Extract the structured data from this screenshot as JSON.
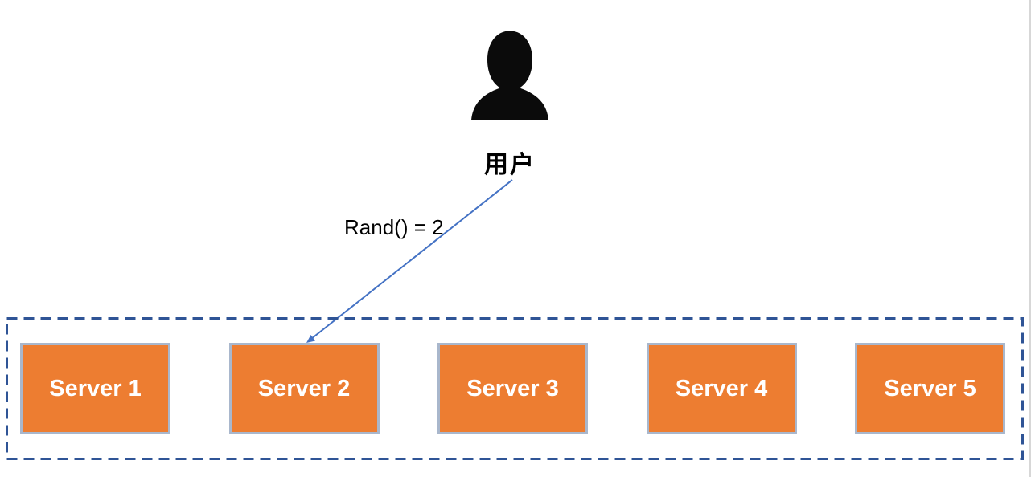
{
  "diagram": {
    "user": {
      "icon": "person-silhouette-icon",
      "label": "用户"
    },
    "request_arrow": {
      "label": "Rand() = 2",
      "from": "user",
      "to": "Server 2"
    },
    "server_pool": {
      "servers": [
        {
          "label": "Server 1"
        },
        {
          "label": "Server 2"
        },
        {
          "label": "Server 3"
        },
        {
          "label": "Server 4"
        },
        {
          "label": "Server 5"
        }
      ]
    },
    "colors": {
      "server_fill": "#ED7D31",
      "server_border": "#A9B7CC",
      "server_text": "#FFFFFF",
      "pool_border": "#2F5496",
      "arrow": "#4472C4",
      "label_text": "#000000"
    }
  }
}
